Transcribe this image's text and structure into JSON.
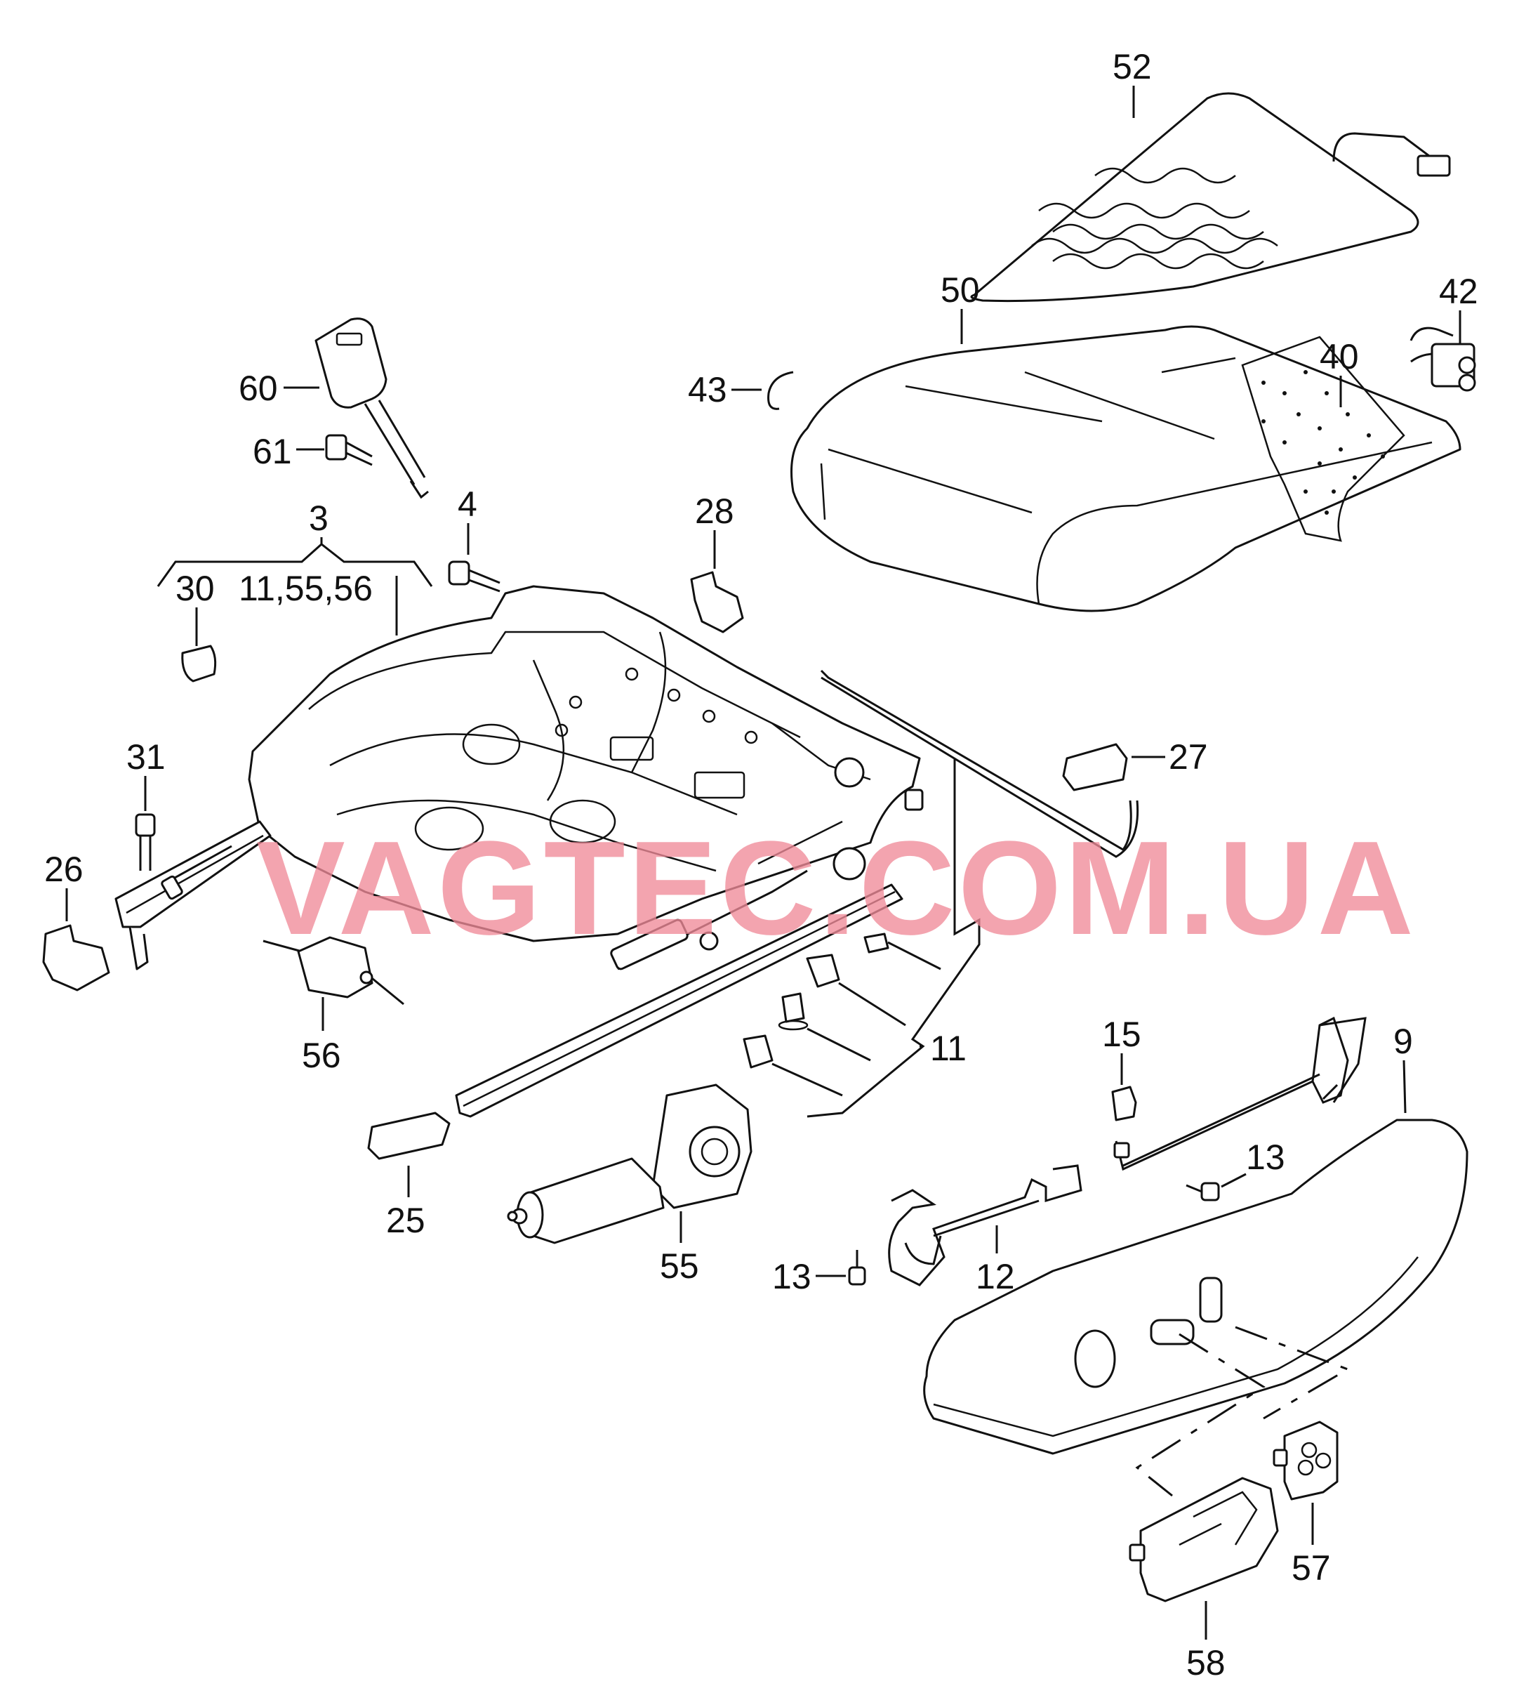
{
  "diagram": {
    "watermark": "VAGTEC.COM.UA",
    "callouts": {
      "c52": "52",
      "c50": "50",
      "c42": "42",
      "c40": "40",
      "c43": "43",
      "c60": "60",
      "c61": "61",
      "c3": "3",
      "c4": "4",
      "c30": "30",
      "c11_55_56": "11,55,56",
      "c28": "28",
      "c27": "27",
      "c31": "31",
      "c26": "26",
      "c56": "56",
      "c11": "11",
      "c15": "15",
      "c9": "9",
      "c13a": "13",
      "c13b": "13",
      "c12": "12",
      "c25": "25",
      "c55": "55",
      "c57": "57",
      "c58": "58"
    }
  }
}
